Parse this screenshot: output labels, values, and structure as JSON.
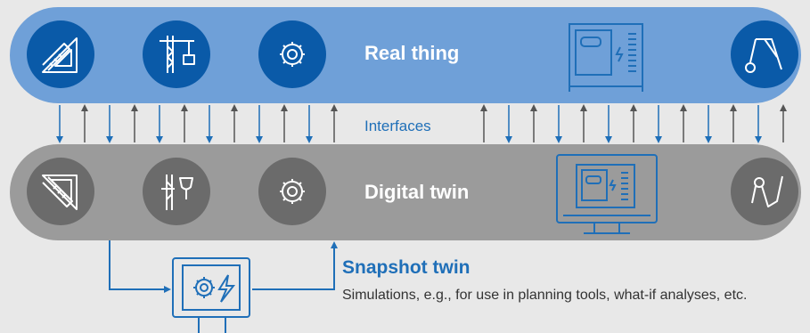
{
  "real_thing": {
    "title": "Real thing"
  },
  "interfaces_label": "Interfaces",
  "digital_twin": {
    "title": "Digital twin"
  },
  "snapshot_twin": {
    "title": "Snapshot twin",
    "description": "Simulations, e.g., for use in planning tools, what-if analyses, etc."
  },
  "colors": {
    "real_band": "#6fa0d8",
    "real_circle": "#0a5aa8",
    "twin_band": "#9b9b9b",
    "twin_circle": "#6b6b6b",
    "accent": "#1f6fb8",
    "arrow_dark": "#555555",
    "background": "#e8e8e8"
  },
  "icons": {
    "real": [
      "ruler-triangle-icon",
      "crane-icon",
      "gear-icon",
      "machine-icon",
      "drafting-compass-icon"
    ],
    "twin": [
      "ruler-triangle-icon",
      "crane-icon",
      "gear-icon",
      "monitor-machine-icon",
      "drafting-compass-icon"
    ],
    "snapshot": "monitor-gear-lightning-icon"
  }
}
